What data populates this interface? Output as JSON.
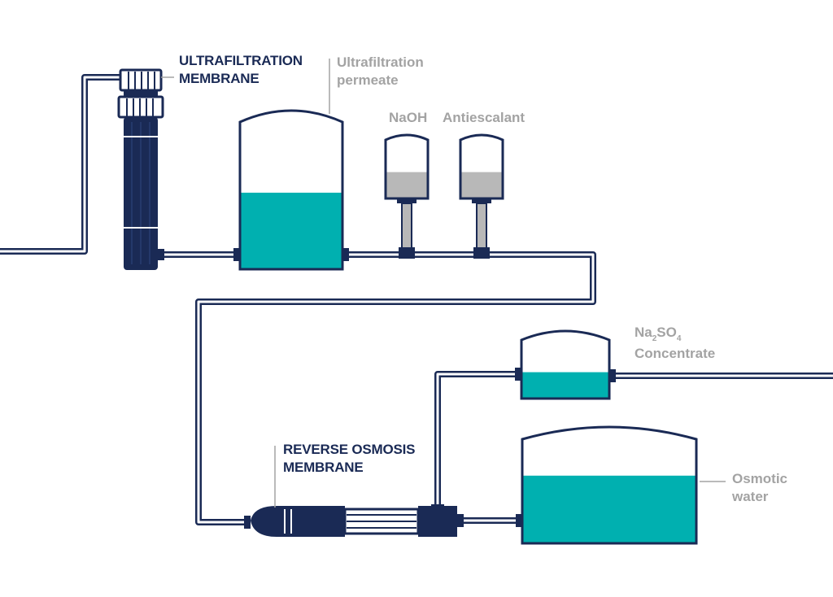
{
  "colors": {
    "navy": "#1a2a55",
    "water": "#00b0b0",
    "chemical": "#b8b8b8",
    "label_grey": "#a3a3a3",
    "background": "#ffffff"
  },
  "labels": {
    "uf_membrane": [
      "ULTRAFILTRATION",
      "MEMBRANE"
    ],
    "uf_permeate": [
      "Ultrafiltration",
      "permeate"
    ],
    "naoh": "NaOH",
    "antiescalant": "Antiescalant",
    "na2so4": {
      "part1": "Na",
      "sub1": "2",
      "part2": "SO",
      "sub2": "4"
    },
    "concentrate": "Concentrate",
    "ro_membrane": [
      "REVERSE OSMOSIS",
      "MEMBRANE"
    ],
    "osmotic_water": [
      "Osmotic",
      "water"
    ]
  },
  "levels": {
    "uf_permeate_tank": 0.52,
    "naoh_tank": 0.45,
    "antiescalant_tank": 0.45,
    "concentrate_tank": 0.45,
    "osmotic_water_tank": 0.65
  }
}
